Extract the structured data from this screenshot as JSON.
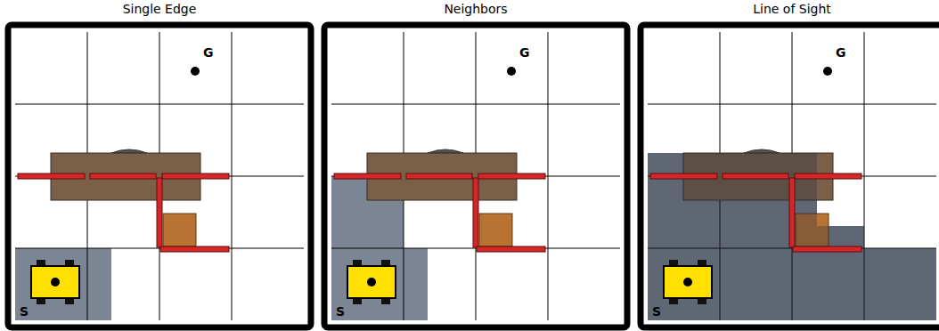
{
  "diagram": {
    "labels": [
      "Single Edge",
      "Neighbors",
      "Line of Sight",
      "G",
      "S",
      "G",
      "S",
      "G",
      "S"
    ]
  }
}
